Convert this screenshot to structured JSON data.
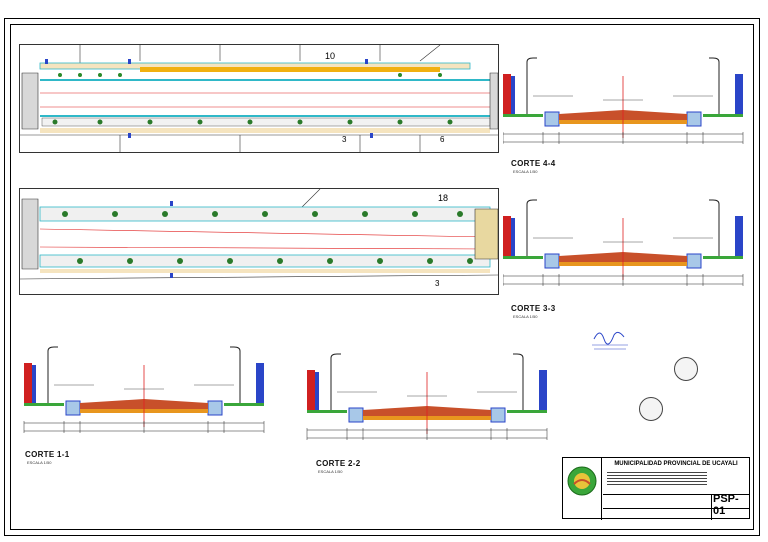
{
  "plans": [
    {
      "label_top_right": "10",
      "label_bottom_1": "3",
      "label_bottom_2": "6"
    },
    {
      "label_top_right": "18",
      "label_bottom_1": "3"
    }
  ],
  "sections": [
    {
      "id": "corte-4-4",
      "title": "CORTE 4-4",
      "scale": "ESCALA 1/50"
    },
    {
      "id": "corte-3-3",
      "title": "CORTE 3-3",
      "scale": "ESCALA 1/50"
    },
    {
      "id": "corte-1-1",
      "title": "CORTE 1-1",
      "scale": "ESCALA 1/50"
    },
    {
      "id": "corte-2-2",
      "title": "CORTE 2-2",
      "scale": "ESCALA 1/50"
    }
  ],
  "title_block": {
    "institution": "MUNICIPALIDAD PROVINCIAL DE UCAYALI",
    "sheet_code": "PSP-01"
  },
  "colors": {
    "road_surface": "#c8502a",
    "base_layer": "#e8961e",
    "curb_blue": "#2a45c8",
    "green_area": "#3aa63a",
    "axis_red": "#e02020",
    "building_red": "#d02020",
    "plan_teal": "#2fb8c8",
    "plan_beige": "#f5e4bf"
  }
}
